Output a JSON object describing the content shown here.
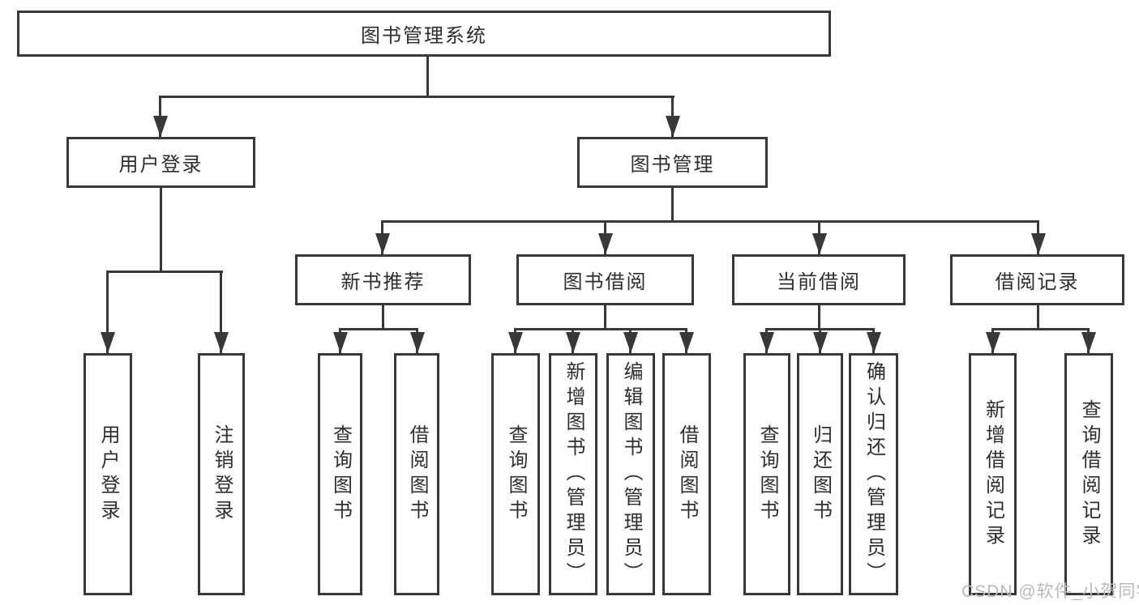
{
  "colors": {
    "line": "#383838",
    "text": "#2e2e2e",
    "background": "#ffffff",
    "watermark": "#b9b9b9"
  },
  "watermark": {
    "text": "CSDN @软件_小贺同学"
  },
  "diagram": {
    "title": "图书管理系统",
    "root": {
      "label": "图书管理系统"
    },
    "level1": [
      {
        "label": "用户登录"
      },
      {
        "label": "图书管理"
      }
    ],
    "level2": [
      {
        "label": "新书推荐"
      },
      {
        "label": "图书借阅"
      },
      {
        "label": "当前借阅"
      },
      {
        "label": "借阅记录"
      }
    ],
    "leaves": {
      "user_login": [
        {
          "label": "用户登录"
        },
        {
          "label": "注销登录"
        }
      ],
      "new_book_recommend": [
        {
          "label": "查询图书"
        },
        {
          "label": "借阅图书"
        }
      ],
      "book_borrow": [
        {
          "label": "查询图书"
        },
        {
          "label": "新增图书（管理员）"
        },
        {
          "label": "编辑图书（管理员）"
        },
        {
          "label": "借阅图书"
        }
      ],
      "current_borrow": [
        {
          "label": "查询图书"
        },
        {
          "label": "归还图书"
        },
        {
          "label": "确认归还（管理员）"
        }
      ],
      "borrow_records": [
        {
          "label": "新增借阅记录"
        },
        {
          "label": "查询借阅记录"
        }
      ]
    }
  }
}
